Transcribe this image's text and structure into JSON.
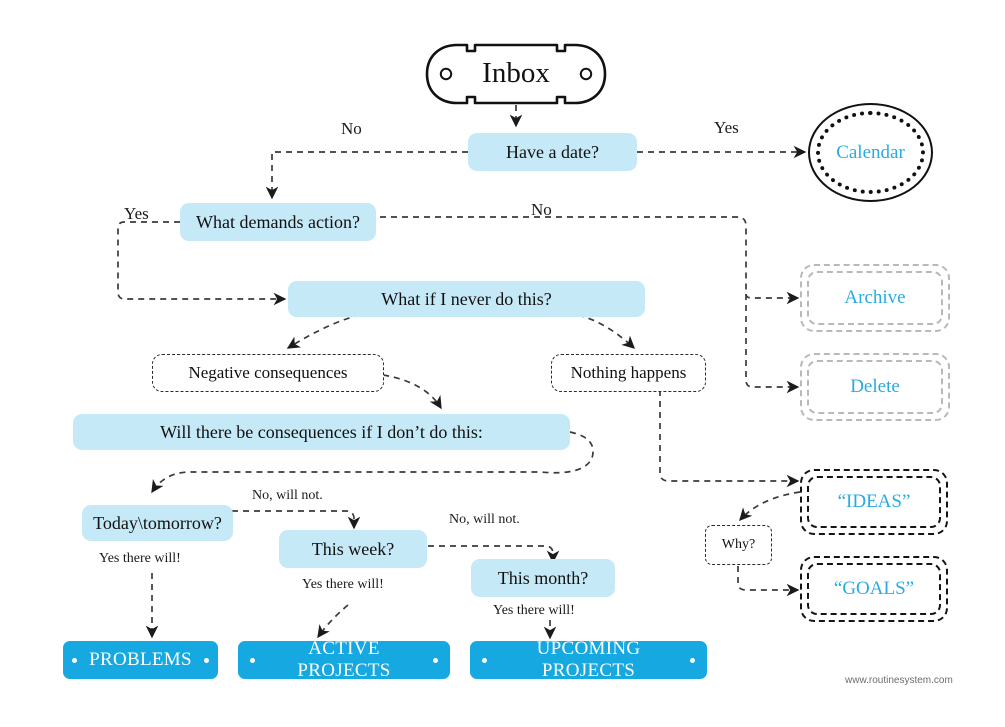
{
  "diagram": {
    "title": "Inbox",
    "footer": "www.routinesystem.com",
    "colors": {
      "light_blue_fill": "#c5e9f7",
      "solid_blue_fill": "#16a8e0",
      "blue_text": "#29abe2",
      "grey_dash": "#b9b9b9",
      "black_dash": "#141414"
    }
  },
  "nodes": {
    "inbox": "Inbox",
    "have_a_date": "Have a date?",
    "calendar": "Calendar",
    "what_demands_action": "What demands action?",
    "what_if_i_never": "What if I never do this?",
    "archive": "Archive",
    "delete": "Delete",
    "negative_consequences": "Negative consequences",
    "nothing_happens": "Nothing happens",
    "will_there_be": "Will there be consequences if I don’t do this:",
    "today_tomorrow": "Today\\tomorrow?",
    "this_week": "This week?",
    "this_month": "This month?",
    "why": "Why?",
    "ideas": "“IDEAS”",
    "goals": "“GOALS”",
    "problems": "PROBLEMS",
    "active_projects": "ACTIVE PROJECTS",
    "upcoming_projects": "UPCOMING PROJECTS"
  },
  "edge_labels": {
    "date_no": "No",
    "date_yes": "Yes",
    "demands_yes": "Yes",
    "demands_no": "No",
    "today_no": "No, will not.",
    "week_no": "No, will not.",
    "today_yes": "Yes there will!",
    "week_yes": "Yes there will!",
    "month_yes": "Yes there will!"
  }
}
